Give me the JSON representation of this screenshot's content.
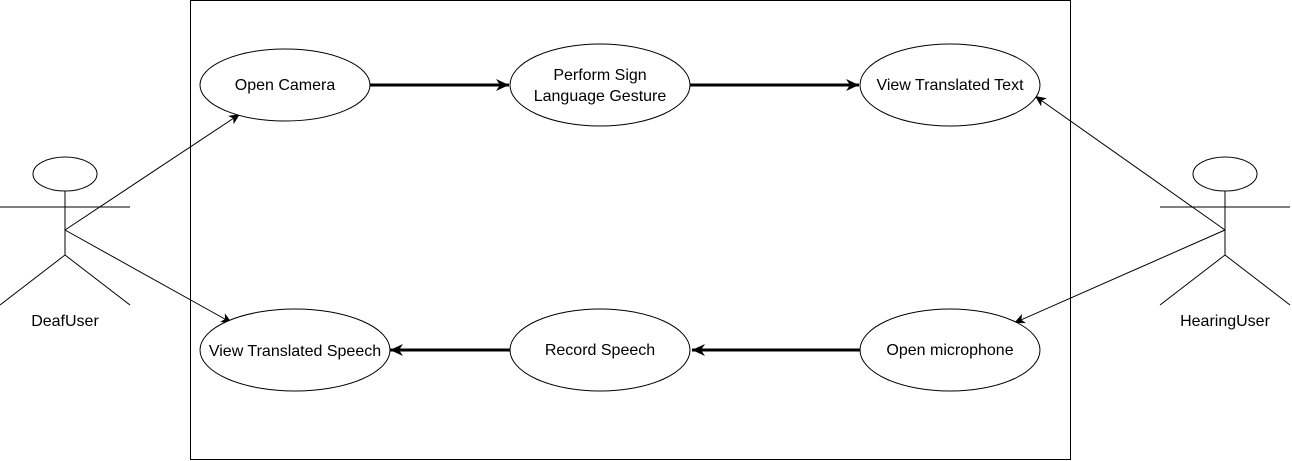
{
  "actors": {
    "deaf": {
      "label": "DeafUser"
    },
    "hearing": {
      "label": "HearingUser"
    }
  },
  "use_cases": {
    "open_camera": {
      "label": "Open Camera"
    },
    "perform_sign": {
      "line1": "Perform Sign",
      "line2": "Language Gesture"
    },
    "view_text": {
      "label": "View Translated Text"
    },
    "view_speech": {
      "label": "View Translated Speech"
    },
    "record_speech": {
      "label": "Record Speech"
    },
    "open_mic": {
      "label": "Open microphone"
    }
  },
  "colors": {
    "stroke": "#000000",
    "background": "#ffffff"
  }
}
